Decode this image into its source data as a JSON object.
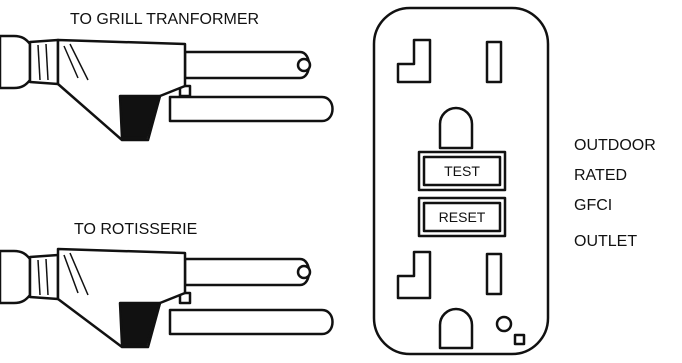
{
  "plugs": [
    {
      "label": "TO GRILL TRANFORMER"
    },
    {
      "label": "TO ROTISSERIE"
    }
  ],
  "outlet": {
    "test_label": "TEST",
    "reset_label": "RESET",
    "description_lines": [
      "OUTDOOR",
      "RATED",
      "GFCI",
      "OUTLET"
    ]
  },
  "colors": {
    "stroke": "#111111",
    "background": "#ffffff"
  }
}
